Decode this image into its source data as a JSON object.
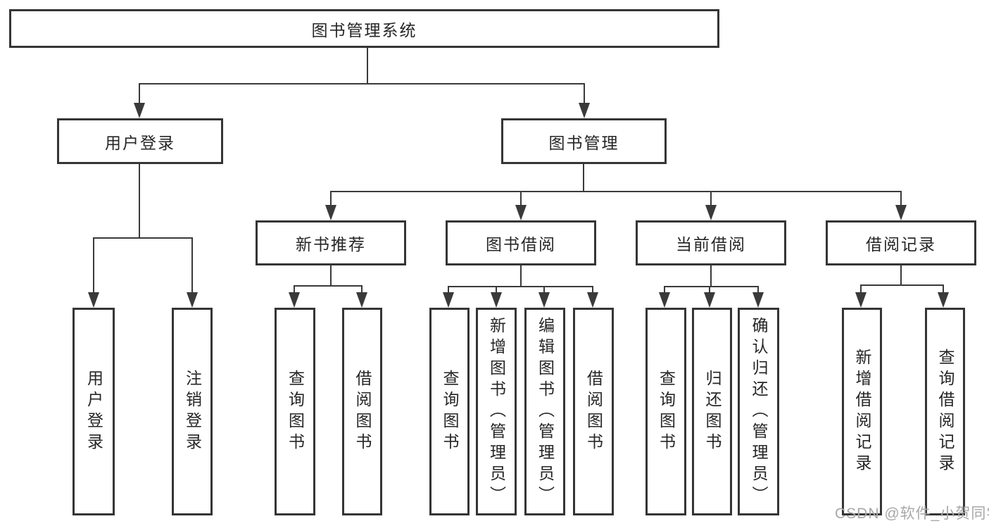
{
  "nodes": {
    "root": {
      "label": "图书管理系统"
    },
    "user_login": {
      "label": "用户登录"
    },
    "book_management": {
      "label": "图书管理"
    },
    "new_book_recommend": {
      "label": "新书推荐"
    },
    "book_borrow": {
      "label": "图书借阅"
    },
    "current_borrow": {
      "label": "当前借阅"
    },
    "borrow_records": {
      "label": "借阅记录"
    },
    "leaf_user_login": {
      "label": "用户登录"
    },
    "leaf_logout": {
      "label": "注销登录"
    },
    "leaf_rec_query_books": {
      "label": "查询图书"
    },
    "leaf_rec_borrow_books": {
      "label": "借阅图书"
    },
    "leaf_bb_query_books": {
      "label": "查询图书"
    },
    "leaf_bb_add_books": {
      "label": "新增图书（管理员）"
    },
    "leaf_bb_edit_books": {
      "label": "编辑图书（管理员）"
    },
    "leaf_bb_borrow_books": {
      "label": "借阅图书"
    },
    "leaf_cb_query_books": {
      "label": "查询图书"
    },
    "leaf_cb_return_books": {
      "label": "归还图书"
    },
    "leaf_cb_confirm_return": {
      "label": "确认归还（管理员）"
    },
    "leaf_br_add_record": {
      "label": "新增借阅记录"
    },
    "leaf_br_query_record": {
      "label": "查询借阅记录"
    }
  },
  "hierarchy": {
    "图书管理系统": {
      "用户登录": [
        "用户登录",
        "注销登录"
      ],
      "图书管理": {
        "新书推荐": [
          "查询图书",
          "借阅图书"
        ],
        "图书借阅": [
          "查询图书",
          "新增图书（管理员）",
          "编辑图书（管理员）",
          "借阅图书"
        ],
        "当前借阅": [
          "查询图书",
          "归还图书",
          "确认归还（管理员）"
        ],
        "借阅记录": [
          "新增借阅记录",
          "查询借阅记录"
        ]
      }
    }
  },
  "watermark": {
    "text": "CSDN @软件_小贺同学",
    "color": "#a8a8a8"
  },
  "colors": {
    "line": "#3a3a3a",
    "box_border": "#353535",
    "text": "#262626",
    "background": "#ffffff"
  }
}
